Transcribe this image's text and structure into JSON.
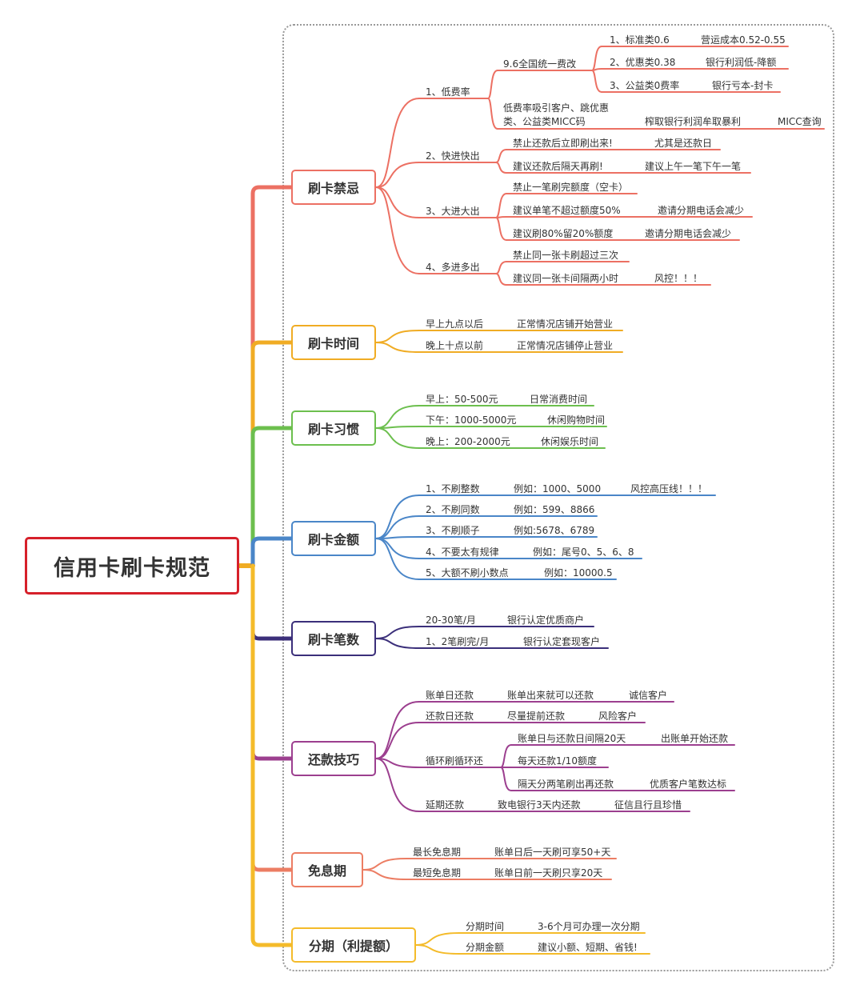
{
  "root": "信用卡刷卡规范",
  "colors": {
    "red": "#ec7063",
    "orange": "#f0ac24",
    "green": "#6cbf4e",
    "blue": "#4a86c8",
    "navy": "#3b2f7a",
    "purple": "#9c3f8f",
    "salmon": "#ec7d63",
    "yellow": "#f4bb2a",
    "root_border": "#d6202a"
  },
  "branches": [
    {
      "label": "刷卡禁忌",
      "color": "red",
      "children": [
        {
          "label": "1、低费率",
          "children": [
            {
              "label": "9.6全国统一费改",
              "children": [
                {
                  "label": "1、标准类0.6",
                  "note": "营运成本0.52-0.55"
                },
                {
                  "label": "2、优惠类0.38",
                  "note": "银行利润低-降额"
                },
                {
                  "label": "3、公益类0费率",
                  "note": "银行亏本-封卡"
                }
              ]
            },
            {
              "label": "低费率吸引客户、跳优惠类、公益类MICC码",
              "line1": "低费率吸引客户、跳优惠",
              "line2": "类、公益类MICC码",
              "note": "榨取银行利润牟取暴利",
              "note2": "MICC查询"
            }
          ]
        },
        {
          "label": "2、快进快出",
          "children": [
            {
              "label": "禁止还款后立即刷出来!",
              "note": "尤其是还款日"
            },
            {
              "label": "建议还款后隔天再刷!",
              "note": "建议上午一笔下午一笔"
            }
          ]
        },
        {
          "label": "3、大进大出",
          "children": [
            {
              "label": "禁止一笔刷完额度（空卡）"
            },
            {
              "label": "建议单笔不超过额度50%",
              "note": "邀请分期电话会减少"
            },
            {
              "label": "建议刷80%留20%额度",
              "note": "邀请分期电话会减少"
            }
          ]
        },
        {
          "label": "4、多进多出",
          "children": [
            {
              "label": "禁止同一张卡刷超过三次"
            },
            {
              "label": "建议同一张卡间隔两小时",
              "note": "风控！！！"
            }
          ]
        }
      ]
    },
    {
      "label": "刷卡时间",
      "color": "orange",
      "children": [
        {
          "label": "早上九点以后",
          "note": "正常情况店铺开始营业"
        },
        {
          "label": "晚上十点以前",
          "note": "正常情况店铺停止营业"
        }
      ]
    },
    {
      "label": "刷卡习惯",
      "color": "green",
      "children": [
        {
          "label": "早上：50-500元",
          "note": "日常消费时间"
        },
        {
          "label": "下午：1000-5000元",
          "note": "休闲购物时间"
        },
        {
          "label": "晚上：200-2000元",
          "note": "休闲娱乐时间"
        }
      ]
    },
    {
      "label": "刷卡金额",
      "color": "blue",
      "children": [
        {
          "label": "1、不刷整数",
          "note": "例如：1000、5000",
          "note2": "风控高压线！！！"
        },
        {
          "label": "2、不刷同数",
          "note": "例如：599、8866"
        },
        {
          "label": "3、不刷顺子",
          "note": "例如:5678、6789"
        },
        {
          "label": "4、不要太有规律",
          "note": "例如：尾号0、5、6、8"
        },
        {
          "label": "5、大额不刷小数点",
          "note": "例如：10000.5"
        }
      ]
    },
    {
      "label": "刷卡笔数",
      "color": "navy",
      "children": [
        {
          "label": "20-30笔/月",
          "note": "银行认定优质商户"
        },
        {
          "label": "1、2笔刷完/月",
          "note": "银行认定套现客户"
        }
      ]
    },
    {
      "label": "还款技巧",
      "color": "purple",
      "children": [
        {
          "label": "账单日还款",
          "note": "账单出来就可以还款",
          "note2": "诚信客户"
        },
        {
          "label": "还款日还款",
          "note": "尽量提前还款",
          "note2": "风险客户"
        },
        {
          "label": "循环刷循环还",
          "children": [
            {
              "label": "账单日与还款日间隔20天",
              "note": "出账单开始还款"
            },
            {
              "label": "每天还款1/10额度"
            },
            {
              "label": "隔天分两笔刷出再还款",
              "note": "优质客户笔数达标"
            }
          ]
        },
        {
          "label": "延期还款",
          "note": "致电银行3天内还款",
          "note2": "征信且行且珍惜"
        }
      ]
    },
    {
      "label": "免息期",
      "color": "salmon",
      "children": [
        {
          "label": "最长免息期",
          "note": "账单日后一天刷可享50+天"
        },
        {
          "label": "最短免息期",
          "note": "账单日前一天刷只享20天"
        }
      ]
    },
    {
      "label": "分期（利提额）",
      "color": "yellow",
      "children": [
        {
          "label": "分期时间",
          "note": "3-6个月可办理一次分期"
        },
        {
          "label": "分期金额",
          "note": "建议小额、短期、省钱!"
        }
      ]
    }
  ]
}
